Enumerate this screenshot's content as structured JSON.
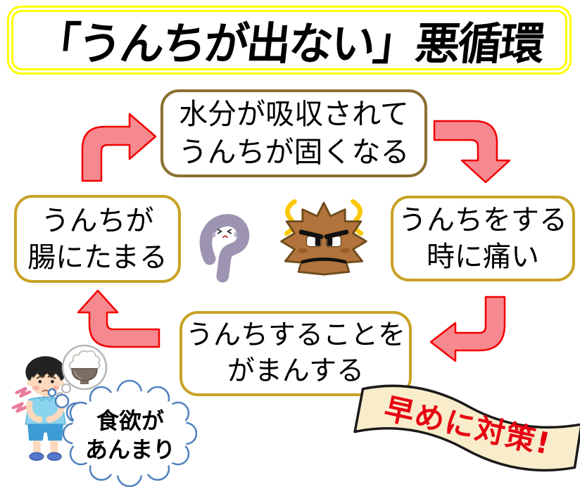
{
  "title": {
    "text": "「うんちが出ない」悪循環"
  },
  "cycle": {
    "top_box": {
      "line1": "水分が吸収されて",
      "line2": "うんちが固くなる"
    },
    "right_box": {
      "line1": "うんちをする",
      "line2": "時に痛い"
    },
    "bottom_box": {
      "line1": "うんちすることを",
      "line2": "がまんする"
    },
    "left_box": {
      "line1": "うんちが",
      "line2": "腸にたまる"
    }
  },
  "thought_cloud": {
    "line1": "食欲が",
    "line2": "あんまり"
  },
  "banner": {
    "text": "早めに対策!"
  },
  "icons": {
    "arrow_left_to_top": "curved-arrow-right-icon",
    "arrow_top_to_right": "curved-arrow-down-icon",
    "arrow_right_to_bottom": "curved-arrow-left-icon",
    "arrow_bottom_to_left": "curved-arrow-up-icon",
    "center_left": "intestine-icon",
    "center_right": "hard-stool-icon",
    "bottom_left_person": "sad-boy-icon",
    "small_thought": "rice-bowl-thought-icon"
  },
  "colors": {
    "background": "#ffffff",
    "title_border": "#ffff00",
    "top_box_border": "#8a7030",
    "gold_box_border": "#c9a227",
    "arrow_fill": "#f6898f",
    "arrow_stroke": "#f20000",
    "banner_fill": "#f8ecca",
    "banner_border": "#1a1a1a",
    "banner_text": "#e60012",
    "cloud_outline": "#4f81bd",
    "text": "#000000"
  }
}
